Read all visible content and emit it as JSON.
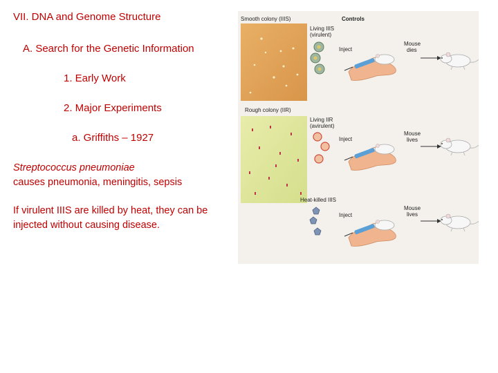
{
  "slide": {
    "title": "VII. DNA and Genome Structure",
    "section_a": "A. Search for the Genetic Information",
    "item_1": "1. Early Work",
    "item_2": "2. Major Experiments",
    "item_a": "a. Griffiths – 1927",
    "organism": "Streptococcus pneumoniae",
    "disease_line": "causes pneumonia, meningitis, sepsis",
    "heat_text": "If virulent IIIS are killed by heat, they can be injected without causing disease."
  },
  "figure": {
    "smooth_label": "Smooth colony (IIIS)",
    "controls_label": "Controls",
    "rough_label": "Rough colony (IIR)",
    "row1_bacteria": "Living IIIS",
    "row1_type": "(virulent)",
    "row2_bacteria": "Living IIR",
    "row2_type": "(avirulent)",
    "row3_bacteria": "Heat-killed IIIS",
    "inject": "Inject",
    "mouse": "Mouse",
    "dies": "dies",
    "lives": "lives",
    "colors": {
      "heading_text": "#c00000",
      "smooth_plate": "#e2a35a",
      "rough_plate": "#dfe8a0",
      "rough_colony": "#c0324a",
      "hand": "#f0b58e",
      "syringe": "#5aa0d6",
      "mouse": "#f7f7f7"
    }
  }
}
